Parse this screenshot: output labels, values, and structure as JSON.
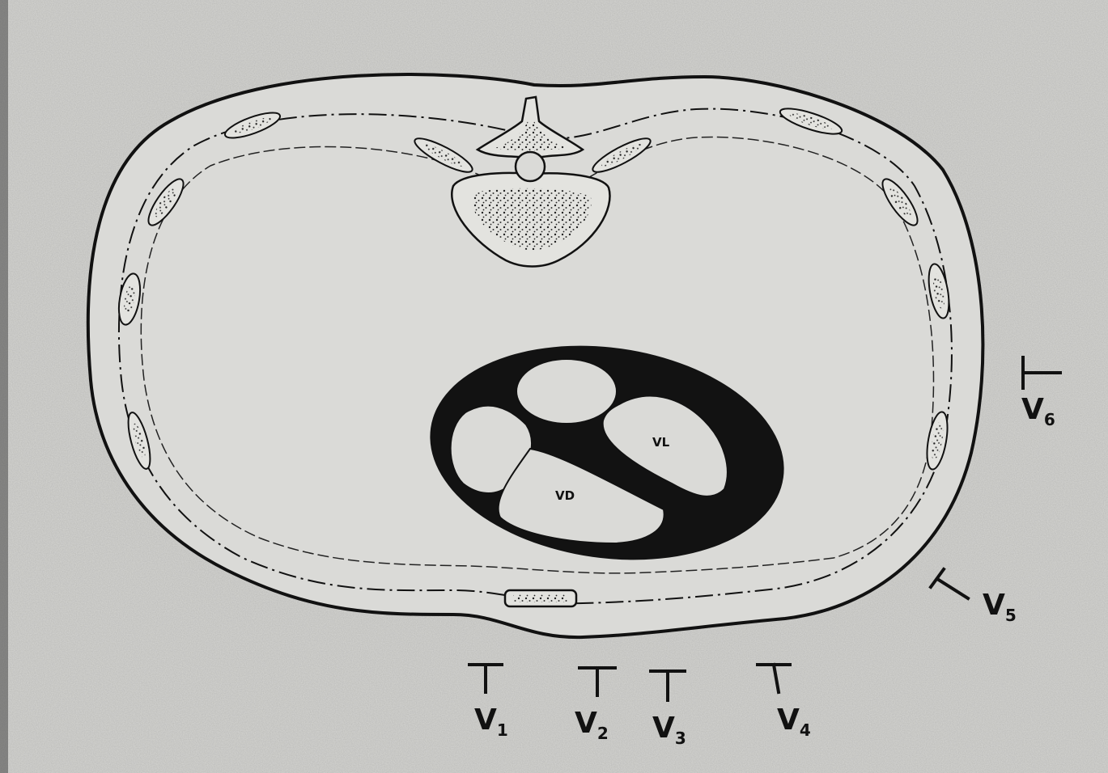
{
  "diagram": {
    "heart": {
      "left_ventricle_label": "VL",
      "right_ventricle_label": "VD"
    },
    "leads": [
      {
        "name": "V",
        "sub": "1"
      },
      {
        "name": "V",
        "sub": "2"
      },
      {
        "name": "V",
        "sub": "3"
      },
      {
        "name": "V",
        "sub": "4"
      },
      {
        "name": "V",
        "sub": "5"
      },
      {
        "name": "V",
        "sub": "6"
      }
    ]
  }
}
